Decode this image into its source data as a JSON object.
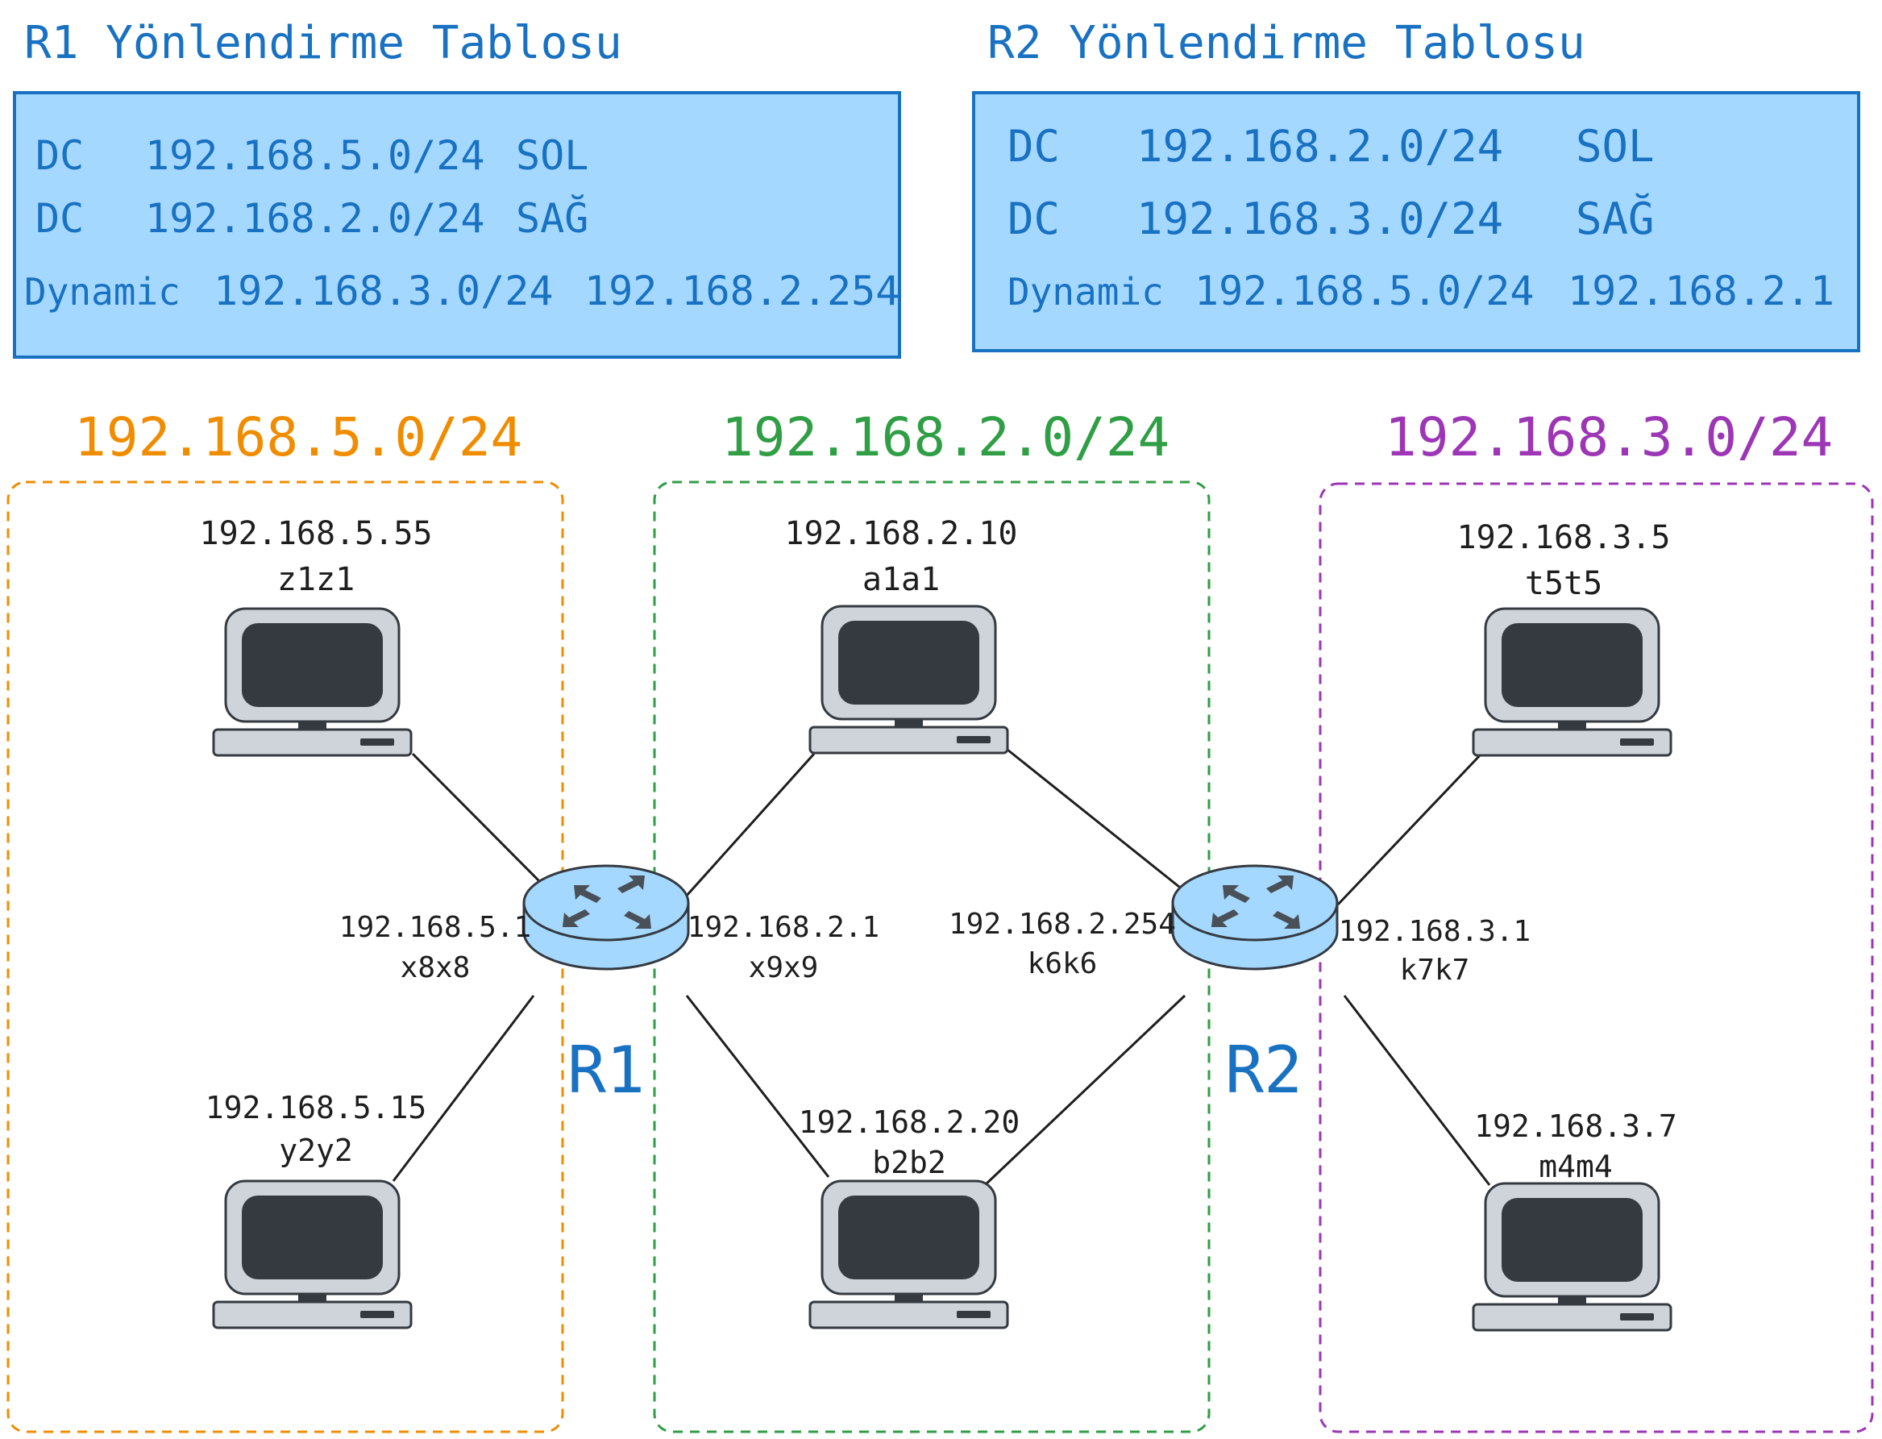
{
  "tables": {
    "r1": {
      "title": "R1 Yönlendirme Tablosu",
      "rows": [
        [
          "DC",
          "192.168.5.0/24",
          "SOL"
        ],
        [
          "DC",
          "192.168.2.0/24",
          "SAĞ"
        ],
        [
          "Dynamic",
          "192.168.3.0/24",
          "192.168.2.254"
        ]
      ]
    },
    "r2": {
      "title": "R2 Yönlendirme Tablosu",
      "rows": [
        [
          "DC",
          "192.168.2.0/24",
          "SOL"
        ],
        [
          "DC",
          "192.168.3.0/24",
          "SAĞ"
        ],
        [
          "Dynamic",
          "192.168.5.0/24",
          "192.168.2.1"
        ]
      ]
    }
  },
  "networks": {
    "left": "192.168.5.0/24",
    "middle": "192.168.2.0/24",
    "right": "192.168.3.0/24"
  },
  "hosts": {
    "z1z1": {
      "ip": "192.168.5.55",
      "name": "z1z1"
    },
    "y2y2": {
      "ip": "192.168.5.15",
      "name": "y2y2"
    },
    "a1a1": {
      "ip": "192.168.2.10",
      "name": "a1a1"
    },
    "b2b2": {
      "ip": "192.168.2.20",
      "name": "b2b2"
    },
    "t5t5": {
      "ip": "192.168.3.5",
      "name": "t5t5"
    },
    "m4m4": {
      "ip": "192.168.3.7",
      "name": "m4m4"
    }
  },
  "routers": {
    "r1": {
      "label": "R1",
      "left_if": {
        "ip": "192.168.5.1",
        "name": "x8x8"
      },
      "right_if": {
        "ip": "192.168.2.1",
        "name": "x9x9"
      }
    },
    "r2": {
      "label": "R2",
      "left_if": {
        "ip": "192.168.2.254",
        "name": "k6k6"
      },
      "right_if": {
        "ip": "192.168.3.1",
        "name": "k7k7"
      }
    }
  },
  "colors": {
    "table_fill": "#a5d8ff",
    "table_stroke": "#1971c2",
    "table_text": "#1971c2",
    "net_left": "#f08c00",
    "net_middle": "#2f9e44",
    "net_right": "#9c36b5",
    "router_fill": "#a5d8ff",
    "router_text": "#1971c2",
    "label_text": "#1e1e1e"
  }
}
